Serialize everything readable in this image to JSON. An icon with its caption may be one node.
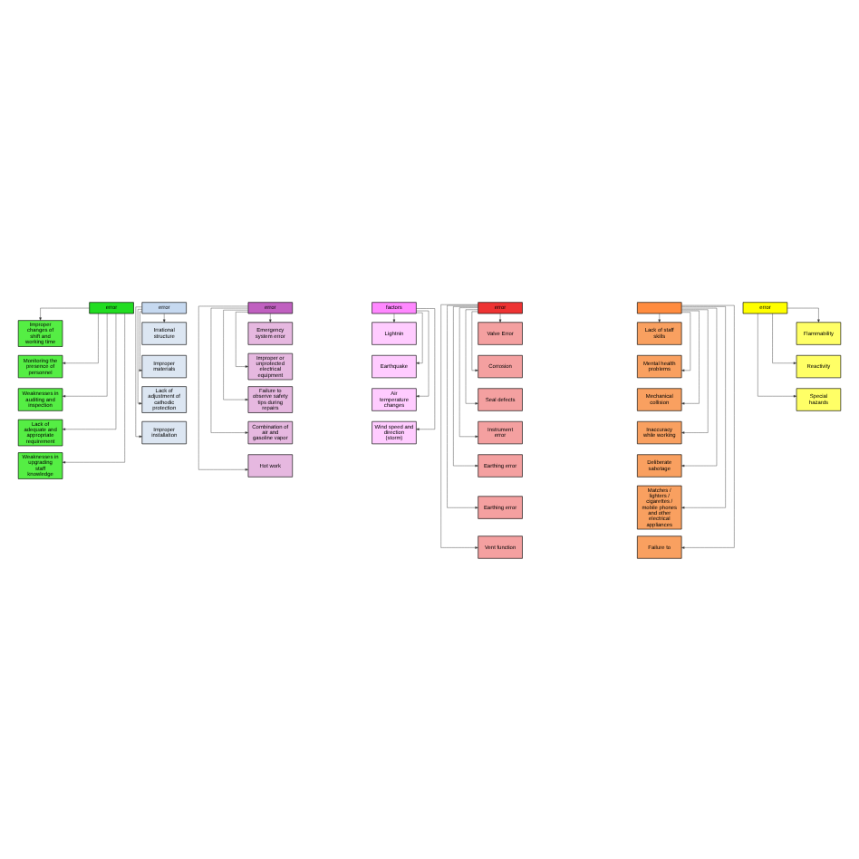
{
  "diagram": {
    "nodes": [
      {
        "text": [
          "error"
        ]
      },
      {
        "text": [
          "Improper changes of shift and working time"
        ]
      },
      {
        "text": [
          "Monitoring the presence of personnel"
        ]
      },
      {
        "text": [
          "Weaknesses in auditing and inspection"
        ]
      },
      {
        "text": [
          "Lack of adequate and appropriate requirement"
        ]
      },
      {
        "text": [
          "Weaknesses in upgrading staff knowledge"
        ]
      },
      {
        "text": [
          "error"
        ]
      },
      {
        "text": [
          "Irrational structure"
        ]
      },
      {
        "text": [
          "Improper materials"
        ]
      },
      {
        "text": [
          "Lack of adjustment of cathodic protection"
        ]
      },
      {
        "text": [
          "Improper installation"
        ]
      },
      {
        "text": [
          "error"
        ]
      },
      {
        "text": [
          "Emergency system error"
        ]
      },
      {
        "text": [
          "Improper or unprotected electrical equipment"
        ]
      },
      {
        "text": [
          "Failure to observe safety tips during repairs"
        ]
      },
      {
        "text": [
          "Combination of air and gasoline vapor"
        ]
      },
      {
        "text": [
          "Hot work"
        ]
      },
      {
        "text": [
          "factors"
        ]
      },
      {
        "text": [
          "Lightnin"
        ]
      },
      {
        "text": [
          "Earthquake"
        ]
      },
      {
        "text": [
          "Air temperature changes"
        ]
      },
      {
        "text": [
          "Wind speed and direction (storm)"
        ]
      },
      {
        "text": [
          "error"
        ]
      },
      {
        "text": [
          "Valve Error"
        ]
      },
      {
        "text": [
          "Corrosion"
        ]
      },
      {
        "text": [
          "Seal defects"
        ]
      },
      {
        "text": [
          "Instrument error"
        ]
      },
      {
        "text": [
          "Earthing error"
        ]
      },
      {
        "text": [
          "Earthing error"
        ]
      },
      {
        "text": [
          "Vent function"
        ]
      },
      {
        "text": [],
        "shape": "box"
      },
      {
        "text": [
          "Lack of staff skills"
        ]
      },
      {
        "text": [
          "Mental health problems"
        ]
      },
      {
        "text": [
          "Mechanical collision"
        ]
      },
      {
        "text": [
          "Inaccuracy while working"
        ]
      },
      {
        "text": [
          "Deliberate sabotage"
        ]
      },
      {
        "text": [
          "Matches / lighters / cigarettes / mobile phones and other electrical appliances"
        ]
      },
      {
        "text": [
          "Failure to"
        ]
      },
      {
        "text": [
          "error"
        ]
      },
      {
        "text": [
          "Flammability"
        ]
      },
      {
        "text": [
          "Reactivity"
        ]
      },
      {
        "text": [
          "Special hazards"
        ]
      }
    ],
    "edges": [
      {
        "from": 0,
        "to": 1,
        "arrow": "to"
      },
      {
        "from": 0,
        "to": 2,
        "arrow": "to"
      },
      {
        "from": 0,
        "to": 3,
        "arrow": "to"
      },
      {
        "from": 0,
        "to": 4,
        "arrow": "to"
      },
      {
        "from": 0,
        "to": 5,
        "arrow": "to"
      },
      {
        "from": 6,
        "to": 7,
        "arrow": "to"
      },
      {
        "from": 6,
        "to": 8,
        "arrow": "to"
      },
      {
        "from": 6,
        "to": 9,
        "arrow": "to"
      },
      {
        "from": 6,
        "to": 10,
        "arrow": "to"
      },
      {
        "from": 11,
        "to": 12,
        "arrow": "to"
      },
      {
        "from": 11,
        "to": 13,
        "arrow": "to"
      },
      {
        "from": 11,
        "to": 14,
        "arrow": "to"
      },
      {
        "from": 11,
        "to": 15,
        "arrow": "to"
      },
      {
        "from": 11,
        "to": 16,
        "arrow": "to"
      },
      {
        "from": 17,
        "to": 18,
        "arrow": "to"
      },
      {
        "from": 17,
        "to": 19,
        "arrow": "to"
      },
      {
        "from": 17,
        "to": 20,
        "arrow": "to"
      },
      {
        "from": 17,
        "to": 21,
        "arrow": "to"
      },
      {
        "from": 22,
        "to": 23,
        "arrow": "to"
      },
      {
        "from": 22,
        "to": 24,
        "arrow": "to"
      },
      {
        "from": 22,
        "to": 25,
        "arrow": "to"
      },
      {
        "from": 22,
        "to": 26,
        "arrow": "to"
      },
      {
        "from": 22,
        "to": 27,
        "arrow": "to"
      },
      {
        "from": 22,
        "to": 28,
        "arrow": "to"
      },
      {
        "from": 22,
        "to": 29,
        "arrow": "to"
      },
      {
        "from": 30,
        "to": 31,
        "arrow": "to"
      },
      {
        "from": 30,
        "to": 32,
        "arrow": "to"
      },
      {
        "from": 30,
        "to": 33,
        "arrow": "to"
      },
      {
        "from": 30,
        "to": 34,
        "arrow": "to"
      },
      {
        "from": 30,
        "to": 35,
        "arrow": "to"
      },
      {
        "from": 30,
        "to": 36,
        "arrow": "to"
      },
      {
        "from": 30,
        "to": 37,
        "arrow": "to"
      },
      {
        "from": 38,
        "to": 39,
        "arrow": "to"
      },
      {
        "from": 38,
        "to": 40,
        "arrow": "to"
      },
      {
        "from": 38,
        "to": 41,
        "arrow": "to"
      }
    ]
  }
}
